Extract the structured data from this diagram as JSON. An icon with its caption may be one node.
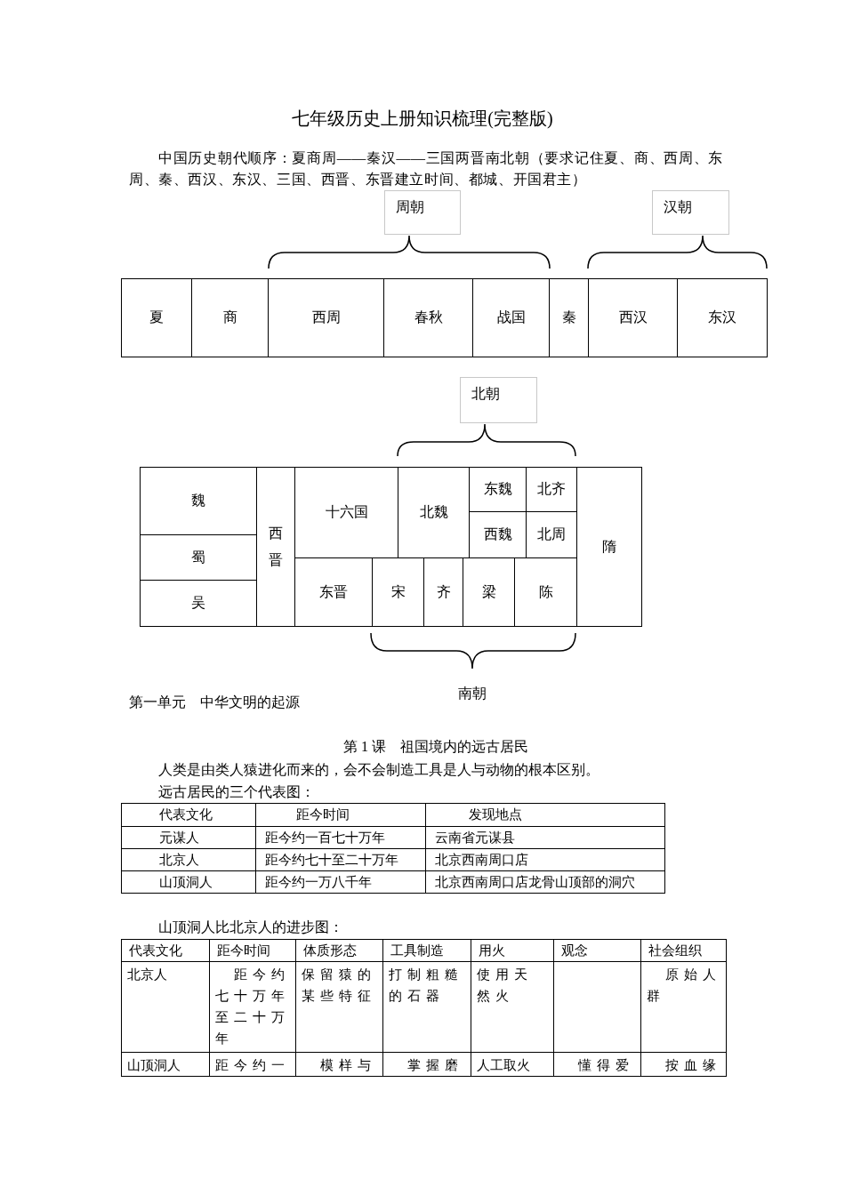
{
  "diagram": {
    "title": "七年级历史上册知识梳理(完整版)",
    "nodes": [
      {
        "text": [
          "周朝"
        ]
      },
      {
        "text": [
          "汉朝"
        ]
      },
      {
        "text": [
          "夏"
        ]
      },
      {
        "text": [
          "商"
        ]
      },
      {
        "text": [
          "西周"
        ]
      },
      {
        "text": [
          "春秋"
        ]
      },
      {
        "text": [
          "战国"
        ]
      },
      {
        "text": [
          "秦"
        ]
      },
      {
        "text": [
          "西汉"
        ]
      },
      {
        "text": [
          "东汉"
        ]
      },
      {
        "text": [
          "北朝"
        ]
      },
      {
        "text": [
          "魏"
        ]
      },
      {
        "text": [
          "蜀"
        ]
      },
      {
        "text": [
          "吴"
        ]
      },
      {
        "text": [
          "西晋"
        ]
      },
      {
        "text": [
          "十六国"
        ]
      },
      {
        "text": [
          "北魏"
        ]
      },
      {
        "text": [
          "东魏"
        ]
      },
      {
        "text": [
          "北齐"
        ]
      },
      {
        "text": [
          "西魏"
        ]
      },
      {
        "text": [
          "北周"
        ]
      },
      {
        "text": [
          "东晋"
        ]
      },
      {
        "text": [
          "宋"
        ]
      },
      {
        "text": [
          "齐"
        ]
      },
      {
        "text": [
          "梁"
        ]
      },
      {
        "text": [
          "陈"
        ]
      },
      {
        "text": [
          "隋"
        ]
      }
    ],
    "labels": [
      "中国历史朝代顺序：夏商周——秦汉——三国两晋南北朝（要求记住夏、商、西周、东周、秦、西汉、东汉、三国、西晋、东晋建立时间、都城、开国君主）",
      "南朝",
      "第一单元　中华文明的起源",
      "第 1 课　祖国境内的远古居民",
      "人类是由类人猿进化而来的，会不会制造工具是人与动物的根本区别。",
      "远古居民的三个代表图：",
      "代表文化",
      "距今时间",
      "发现地点",
      "元谋人",
      "距今约一百七十万年",
      "云南省元谋县",
      "北京人",
      "距今约七十至二十万年",
      "北京西南周口店",
      "山顶洞人",
      "距今约一万八千年",
      "北京西南周口店龙骨山顶部的洞穴",
      "山顶洞人比北京人的进步图：",
      "代表文化",
      "距今时间",
      "体质形态",
      "工具制造",
      "用火",
      "观念",
      "社会组织",
      "北京人",
      "距今约七十万年至二十万年",
      "保留猿的某些特征",
      "打制粗糙的石器",
      "使用天然火",
      "原始人群",
      "山顶洞人",
      "距今约一",
      "模样与",
      "掌握磨",
      "人工取火",
      "懂得爱",
      "按血缘"
    ]
  }
}
